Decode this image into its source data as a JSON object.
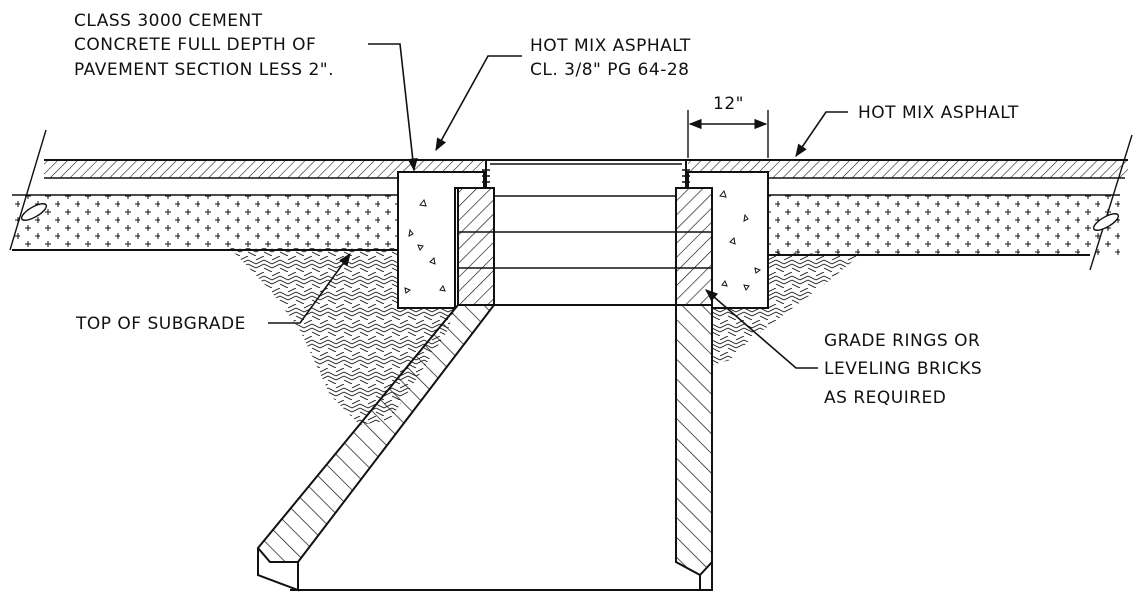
{
  "labels": {
    "concrete_line1": "CLASS 3000 CEMENT",
    "concrete_line2": "CONCRETE FULL DEPTH OF",
    "concrete_line3": "PAVEMENT SECTION LESS 2\".",
    "hma_class_line1": "HOT MIX ASPHALT",
    "hma_class_line2": "CL. 3/8\" PG 64-28",
    "dimension": "12\"",
    "hma_right": "HOT MIX ASPHALT",
    "subgrade": "TOP OF SUBGRADE",
    "grade_rings_line1": "GRADE RINGS OR",
    "grade_rings_line2": "LEVELING BRICKS",
    "grade_rings_line3": "AS REQUIRED"
  },
  "colors": {
    "ink": "#111111",
    "background": "#ffffff"
  }
}
